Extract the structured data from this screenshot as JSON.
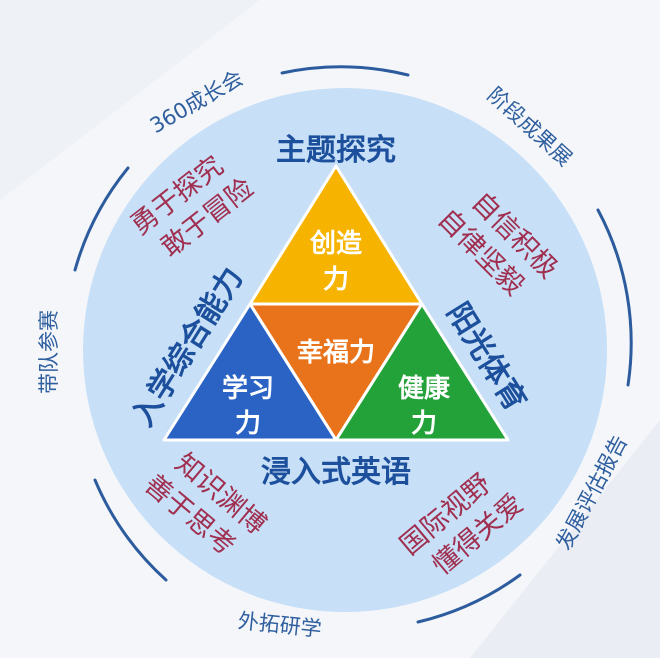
{
  "colors": {
    "circle_fill": "#c7dff7",
    "arc_stroke": "#2d5c9e",
    "creativity": "#f6b400",
    "happiness": "#e8731a",
    "learning": "#2a63c4",
    "health": "#23a23a",
    "side_text": "#1c4f9c",
    "quality_text": "#a02f4f",
    "outer_text": "#2f5f9e"
  },
  "triangle": {
    "top_label": "创造",
    "top_label_2": "力",
    "center_label": "幸福力",
    "left_label": "学习",
    "left_label_2": "力",
    "right_label": "健康",
    "right_label_2": "力"
  },
  "sides": {
    "top": "主题探究",
    "bottom": "浸入式英语",
    "left": "入学综合能力",
    "right": "阳光体育"
  },
  "qualities": {
    "upper_left_1": "勇于探究",
    "upper_left_2": "敢于冒险",
    "upper_right_1": "自信积极",
    "upper_right_2": "自律坚毅",
    "lower_left_1": "知识渊博",
    "lower_left_2": "善于思考",
    "lower_right_1": "国际视野",
    "lower_right_2": "懂得关爱"
  },
  "outer_ring": {
    "top_left": "360成长会",
    "top_right": "阶段成果展",
    "left": "带队参赛",
    "bottom": "外拓研学",
    "right": "发展评估报告"
  }
}
